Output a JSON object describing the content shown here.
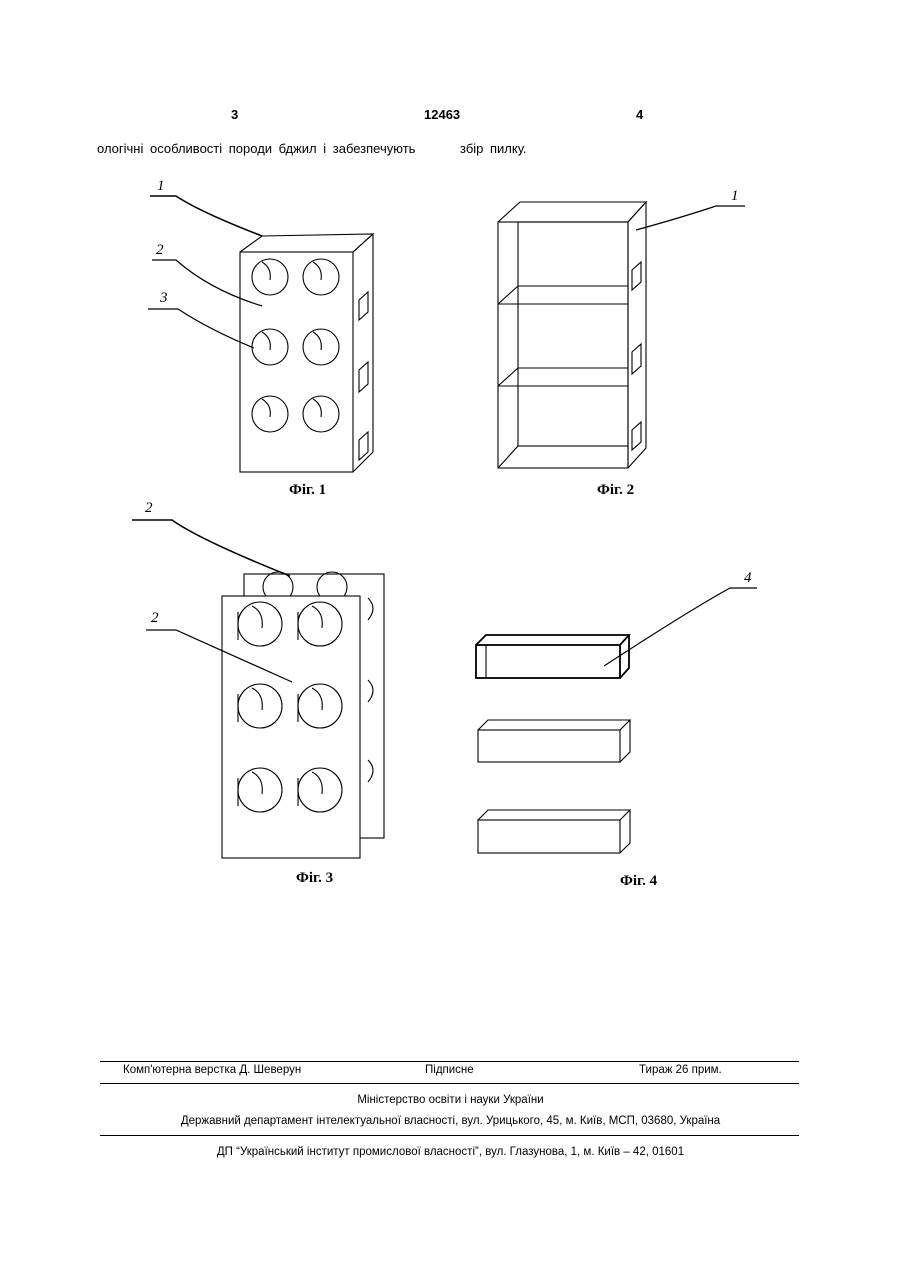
{
  "header": {
    "left_page": "3",
    "patent_number": "12463",
    "right_page": "4"
  },
  "body": {
    "text_part1": "ологічні особливості породи бджил і забезпечують",
    "text_part2": "збір пилку."
  },
  "figures": [
    {
      "caption": "Фіг. 1",
      "refs": [
        "1",
        "2",
        "3"
      ]
    },
    {
      "caption": "Фіг. 2",
      "refs": [
        "1"
      ]
    },
    {
      "caption": "Фіг. 3",
      "refs": [
        "2",
        "2"
      ]
    },
    {
      "caption": "Фіг. 4",
      "refs": [
        "4"
      ]
    }
  ],
  "footer": {
    "layout_by": "Комп'ютерна верстка Д. Шеверун",
    "signed": "Підписне",
    "circulation": "Тираж 26 прим.",
    "ministry": "Міністерство освіти і науки України",
    "department": "Державний департамент інтелектуальної власності, вул. Урицького, 45, м. Київ, МСП, 03680, Україна",
    "institute": "ДП “Український інститут промислової власності”, вул. Глазунова, 1, м. Київ – 42, 01601"
  }
}
